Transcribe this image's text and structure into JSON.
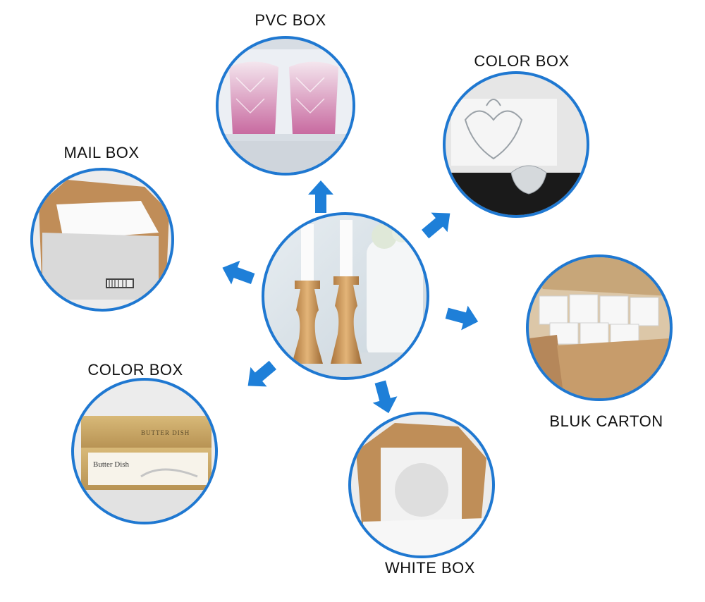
{
  "labels": {
    "pvc_box": "PVC BOX",
    "color_box_top": "COLOR BOX",
    "mail_box": "MAIL BOX",
    "color_box_bottom": "COLOR BOX",
    "bulk_carton": "BLUK CARTON",
    "white_box": "WHITE BOX"
  },
  "printed_text": {
    "butter_dish_lid": "BUTTER DISH",
    "butter_dish_front": "Butter Dish"
  },
  "colors": {
    "arrow_blue": "#1e7fd8",
    "ring_blue": "#1f78d1",
    "kraft": "#b98a57",
    "kraft_dark": "#8c6234",
    "gold": "#c99a4d"
  }
}
